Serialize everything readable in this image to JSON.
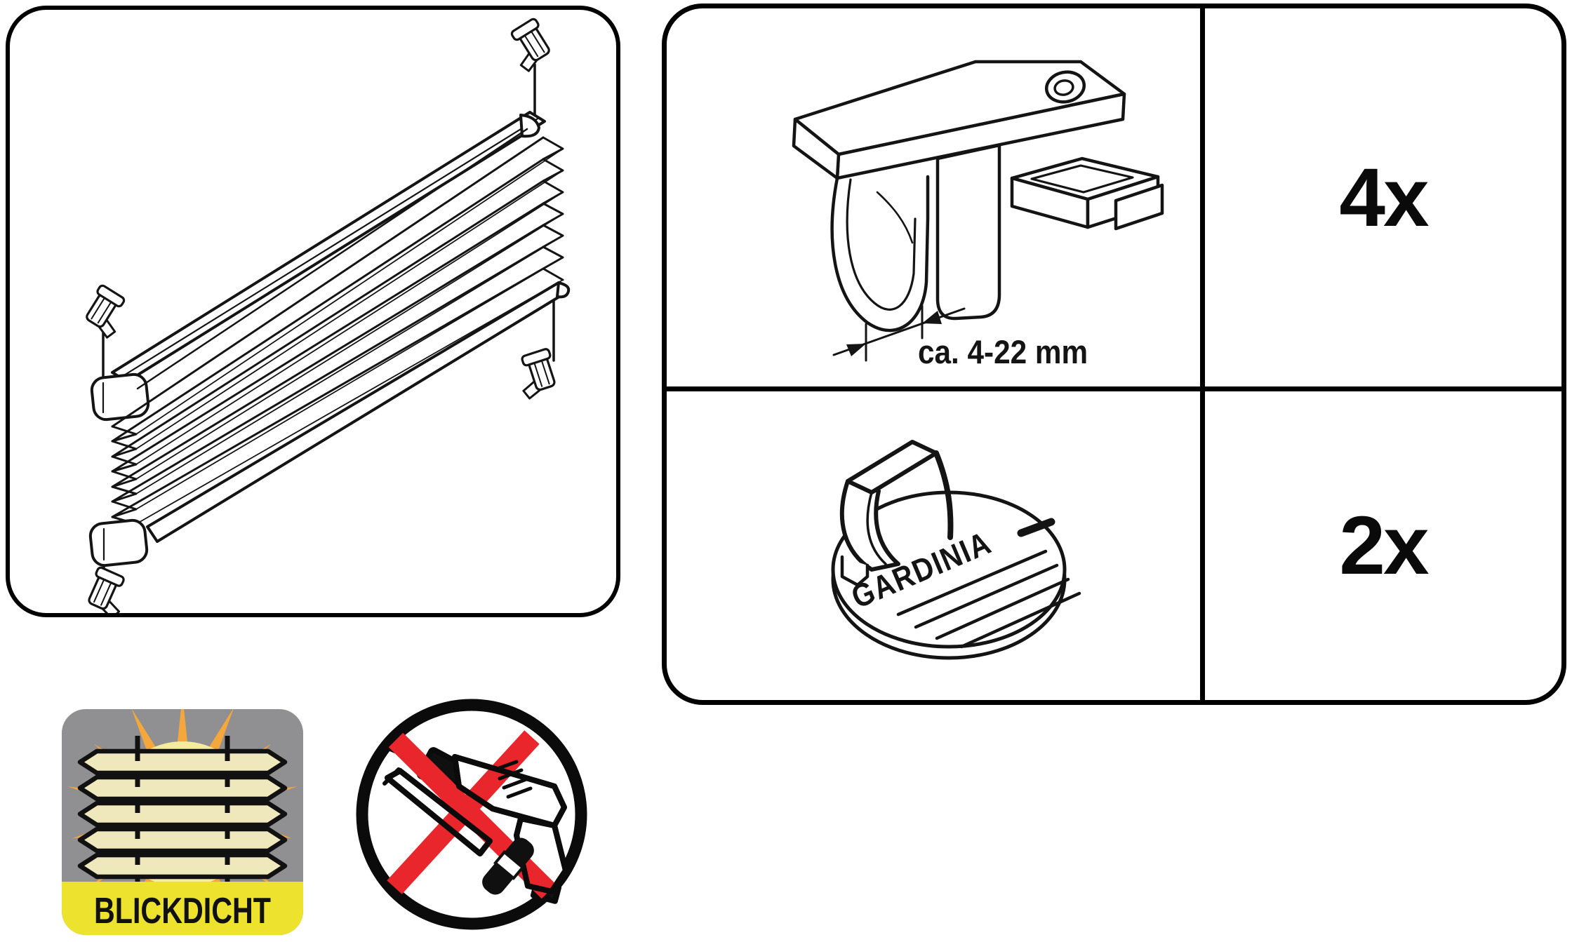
{
  "parts_list": {
    "rows": [
      {
        "part": "clamp-bracket-icon",
        "dimension_label": "ca. 4-22 mm",
        "quantity": "4x"
      },
      {
        "part": "adhesive-plate-icon",
        "embossed_text": "GARDINIA",
        "quantity": "2x"
      }
    ]
  },
  "badges": {
    "blickdicht": {
      "label": "BLICKDICHT",
      "icon": "sun-behind-pleats-icon"
    },
    "no_drill": {
      "icon": "no-drill-icon"
    }
  },
  "preview": {
    "icon": "pleated-blind-tension-mount-icon"
  },
  "colors": {
    "line": "#141414",
    "badge_gray": "#909092",
    "badge_yellow": "#EDE32F",
    "ray_orange": "#F3A73C",
    "slat_fill": "#EEE8BC",
    "sun_glow": "#F3EB9D",
    "prohibit_red": "#E8262B"
  }
}
